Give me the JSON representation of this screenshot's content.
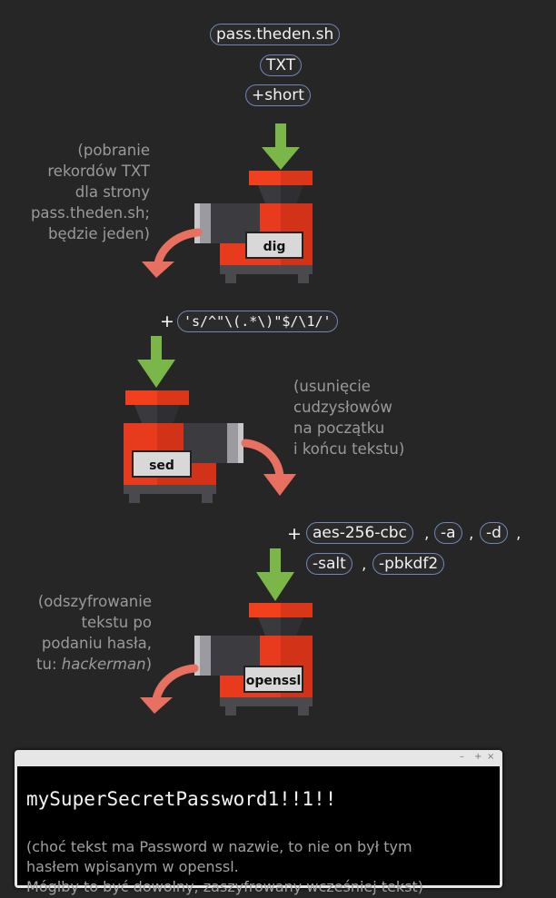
{
  "top_inputs": [
    "pass.theden.sh",
    "TXT",
    "+short"
  ],
  "note_dig": [
    "(pobranie",
    "rekordów TXT",
    "dla strony",
    "pass.theden.sh;",
    "będzie jeden)"
  ],
  "machine_dig": "dig",
  "sed_plus": "+",
  "sed_arg": "'s/^\"\\(.*\\)\"$/\\1/'",
  "machine_sed": "sed",
  "note_sed": [
    "(usunięcie",
    "cudzysłowów",
    "na początku",
    "i końcu tekstu)"
  ],
  "openssl_plus": "+",
  "openssl_args": [
    "aes-256-cbc",
    "-a",
    "-d",
    "-salt",
    "-pbkdf2"
  ],
  "separator": ",",
  "note_openssl": [
    "(odszyfrowanie",
    "tekstu po",
    "podaniu hasła,",
    "tu: ",
    "hackerman",
    ")"
  ],
  "machine_openssl": "openssl",
  "terminal": {
    "buttons": [
      "–",
      "+",
      "×"
    ],
    "output": "mySuperSecretPassword1!!1!!",
    "comment": [
      "(choć tekst ma Password w nazwie, to nie on był tym",
      "hasłem wpisanym w openssl.",
      "Mógłby to być dowolny, zaszyfrowany wcześniej tekst)"
    ]
  },
  "colors": {
    "background": "#262626",
    "pill_border": "#6f86b6",
    "arrow_down": "#7ab648",
    "arrow_out": "#e87060",
    "machine_body": "#e83a1c",
    "machine_top": "#f2401e"
  }
}
